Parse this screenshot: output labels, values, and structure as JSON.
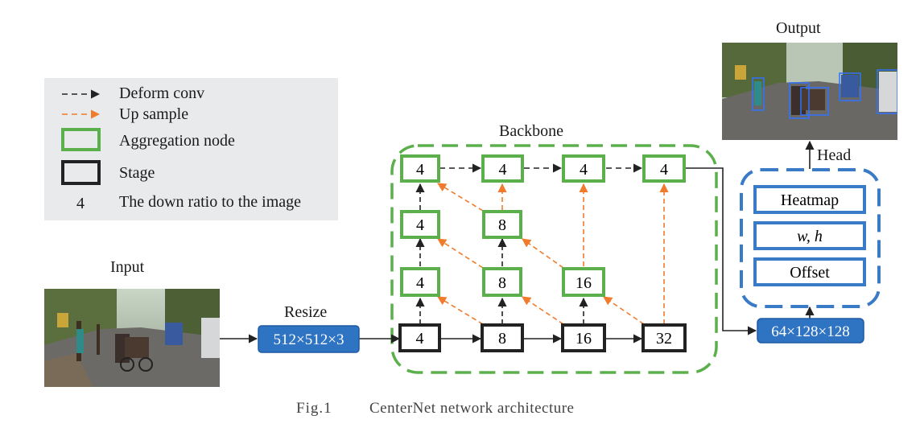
{
  "legend": {
    "deform_conv": "Deform conv",
    "up_sample": "Up sample",
    "aggregation_node": "Aggregation node",
    "stage": "Stage",
    "ratio_symbol": "4",
    "ratio_text": "The down ratio to the image"
  },
  "labels": {
    "input": "Input",
    "output": "Output",
    "resize": "Resize",
    "backbone": "Backbone",
    "head": "Head"
  },
  "resize_box": "512×512×3",
  "feature_box": "64×128×128",
  "stage_nodes": [
    "4",
    "8",
    "16",
    "32"
  ],
  "agg_row1": [
    "4",
    "8",
    "16"
  ],
  "agg_row2": [
    "4",
    "8"
  ],
  "agg_row3": [
    "4",
    "4",
    "4",
    "4"
  ],
  "head_outputs": {
    "heatmap": "Heatmap",
    "wh": "w, h",
    "offset": "Offset"
  },
  "caption": {
    "fig_number": "Fig.1",
    "text": "CenterNet network architecture"
  },
  "colors": {
    "green": "#5bb04b",
    "blue_fill": "#2f73c3",
    "blue_border": "#3a7bc8",
    "orange": "#f07b2c",
    "dark": "#222222"
  }
}
